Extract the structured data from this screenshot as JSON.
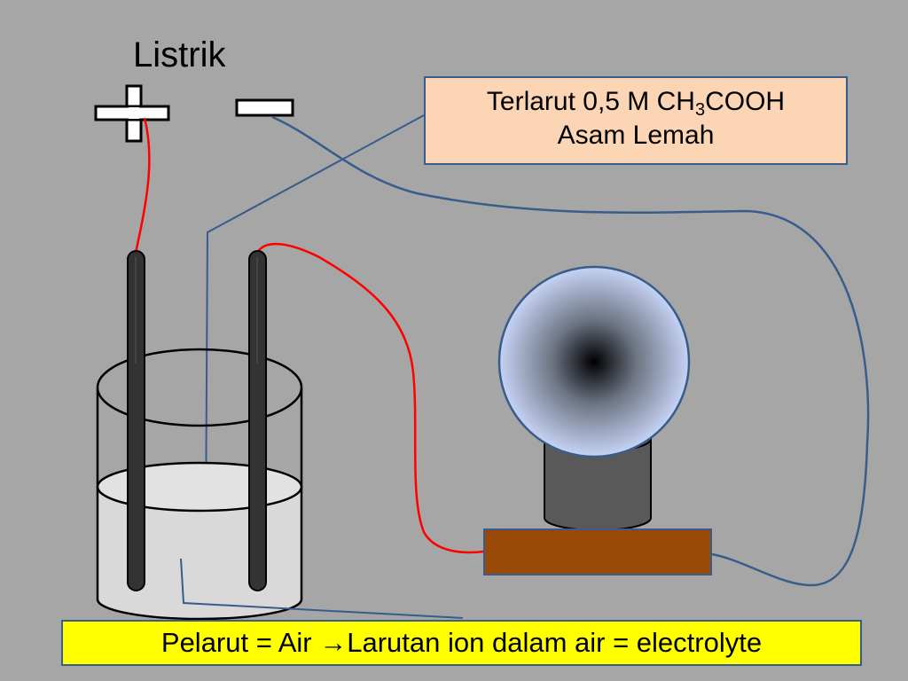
{
  "title": "Listrik",
  "positive_terminal": "+",
  "negative_terminal": "−",
  "solution_box": {
    "line1_prefix": "Terlarut 0,5 M CH",
    "line1_sub": "3",
    "line1_suffix": "COOH",
    "line2": "Asam Lemah"
  },
  "caption": {
    "part1": "Pelarut = Air ",
    "arrow": "→",
    "part2": "Larutan ion dalam air = electrolyte"
  },
  "colors": {
    "background": "#a6a6a6",
    "positive_wire": "#ff0000",
    "negative_wire": "#385d8a",
    "solution_box_fill": "#fcd5b5",
    "caption_fill": "#ffff00",
    "lamp_base": "#984807",
    "electrode": "#333333"
  }
}
